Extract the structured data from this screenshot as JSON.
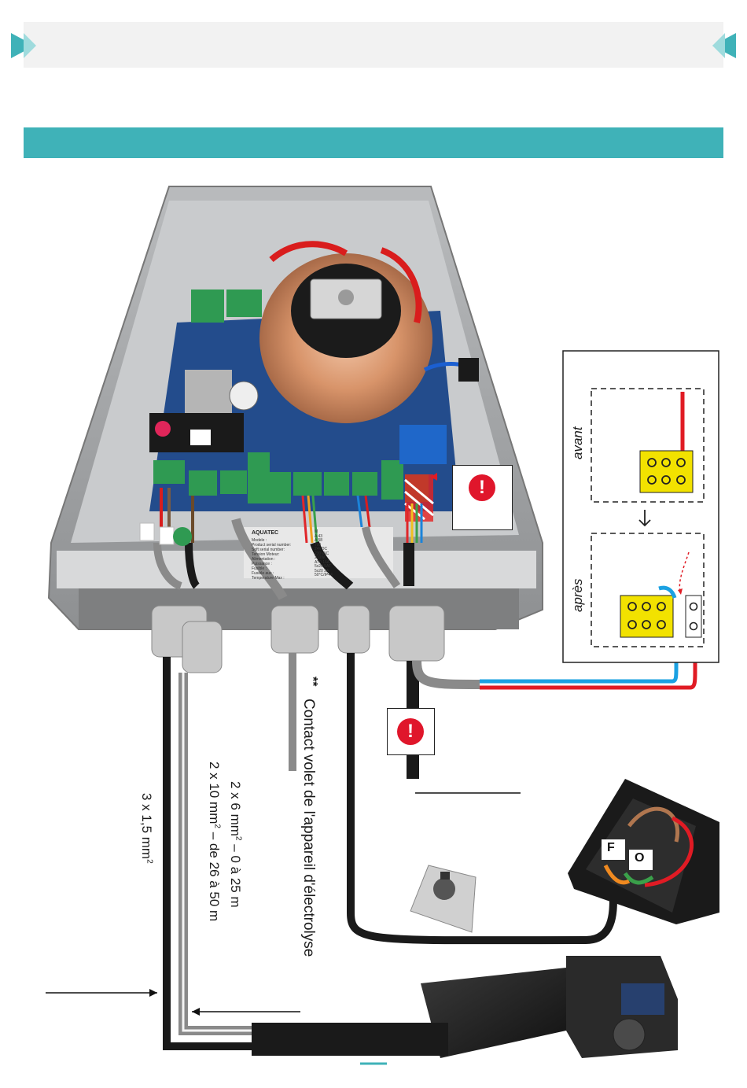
{
  "colors": {
    "teal": "#3fb2b8",
    "teal_light": "#9fdbdd",
    "header_bg": "#f2f2f2",
    "warning_red": "#e0162b",
    "wire_red": "#e01b24",
    "wire_blue": "#1ba1e2",
    "terminal_yellow": "#f2e200",
    "cable_black": "#1a1a1a",
    "cable_grey": "#8a8a8a"
  },
  "icons": {
    "warning": "exclamation-circle-icon",
    "arrow": "arrow-down-icon"
  },
  "warning_mark": "!",
  "control_box": {
    "label_title": "AQUATEC",
    "label_rows": [
      "Modele :",
      "Product serial number:",
      "Soft serial number:",
      "Tension Moteur:",
      "Alimentation :",
      "Puissance :",
      "Fusible :",
      "Fusible aux :",
      "Temperature Max :"
    ],
    "label_values": [
      "M",
      "A  43",
      "A  58",
      "700",
      "24VDC",
      "230VAC",
      "210W",
      "AT0 16A",
      "5x20 5AT",
      "5x20 2A",
      "50°C/IP44"
    ]
  },
  "inset": {
    "before_label": "avant",
    "after_label": "après"
  },
  "switch_labels": {
    "f": "F",
    "o": "O"
  },
  "cables": {
    "label_contact": "Contact volet de l'appareil d'électrolyse",
    "asterisks": "**",
    "label_3x15": "3 x 1,5 mm",
    "label_3x15_sup": "2",
    "label_2x6": "2 x 6 mm",
    "label_2x6_sup": "2",
    "label_2x6_range": " – 0 à 25 m",
    "label_2x10": "2 x 10 mm",
    "label_2x10_sup": "2",
    "label_2x10_range": " – de 26 à 50 m"
  }
}
